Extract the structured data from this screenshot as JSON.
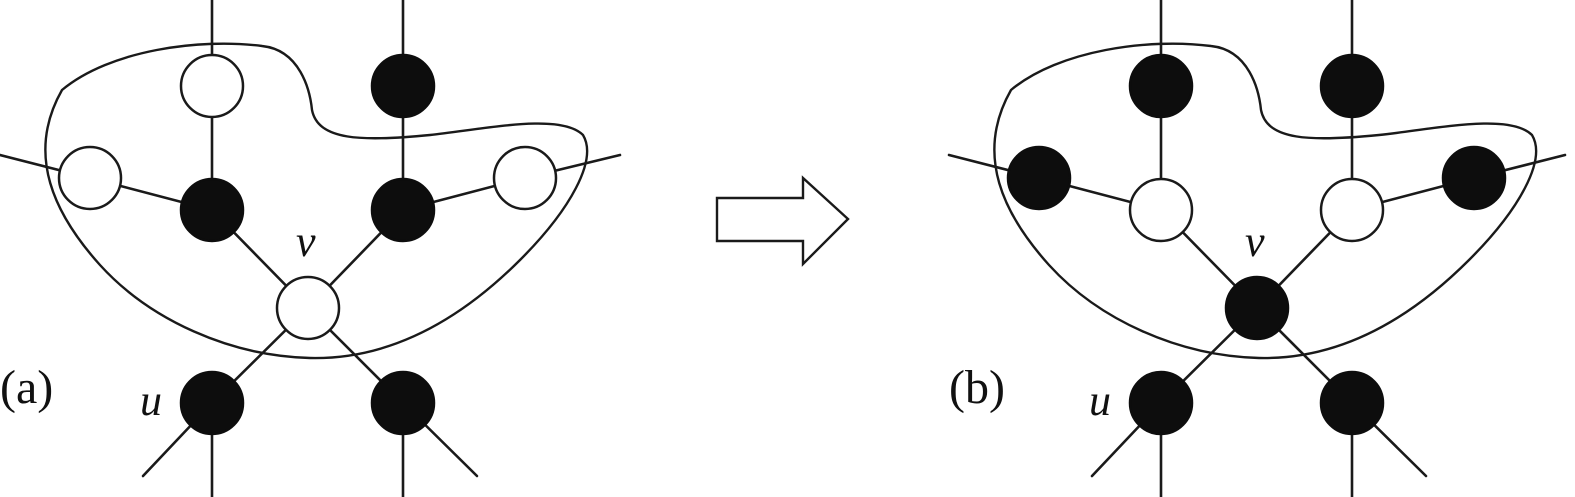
{
  "panels": [
    {
      "id": "a",
      "label": "(a)",
      "vertex_label_v": "v",
      "vertex_label_u": "u",
      "node_colors": {
        "top_left": "white",
        "top_right": "black",
        "side_left": "white",
        "side_right": "white",
        "mid_left": "black",
        "mid_right": "black",
        "v": "white",
        "u": "black",
        "bottom_right": "black"
      }
    },
    {
      "id": "b",
      "label": "(b)",
      "vertex_label_v": "v",
      "vertex_label_u": "u",
      "node_colors": {
        "top_left": "black",
        "top_right": "black",
        "side_left": "black",
        "side_right": "black",
        "mid_left": "white",
        "mid_right": "white",
        "v": "black",
        "u": "black",
        "bottom_right": "black"
      }
    }
  ],
  "colors": {
    "black": "#0d0d0d",
    "white": "#ffffff",
    "stroke": "#1a1a1a"
  }
}
